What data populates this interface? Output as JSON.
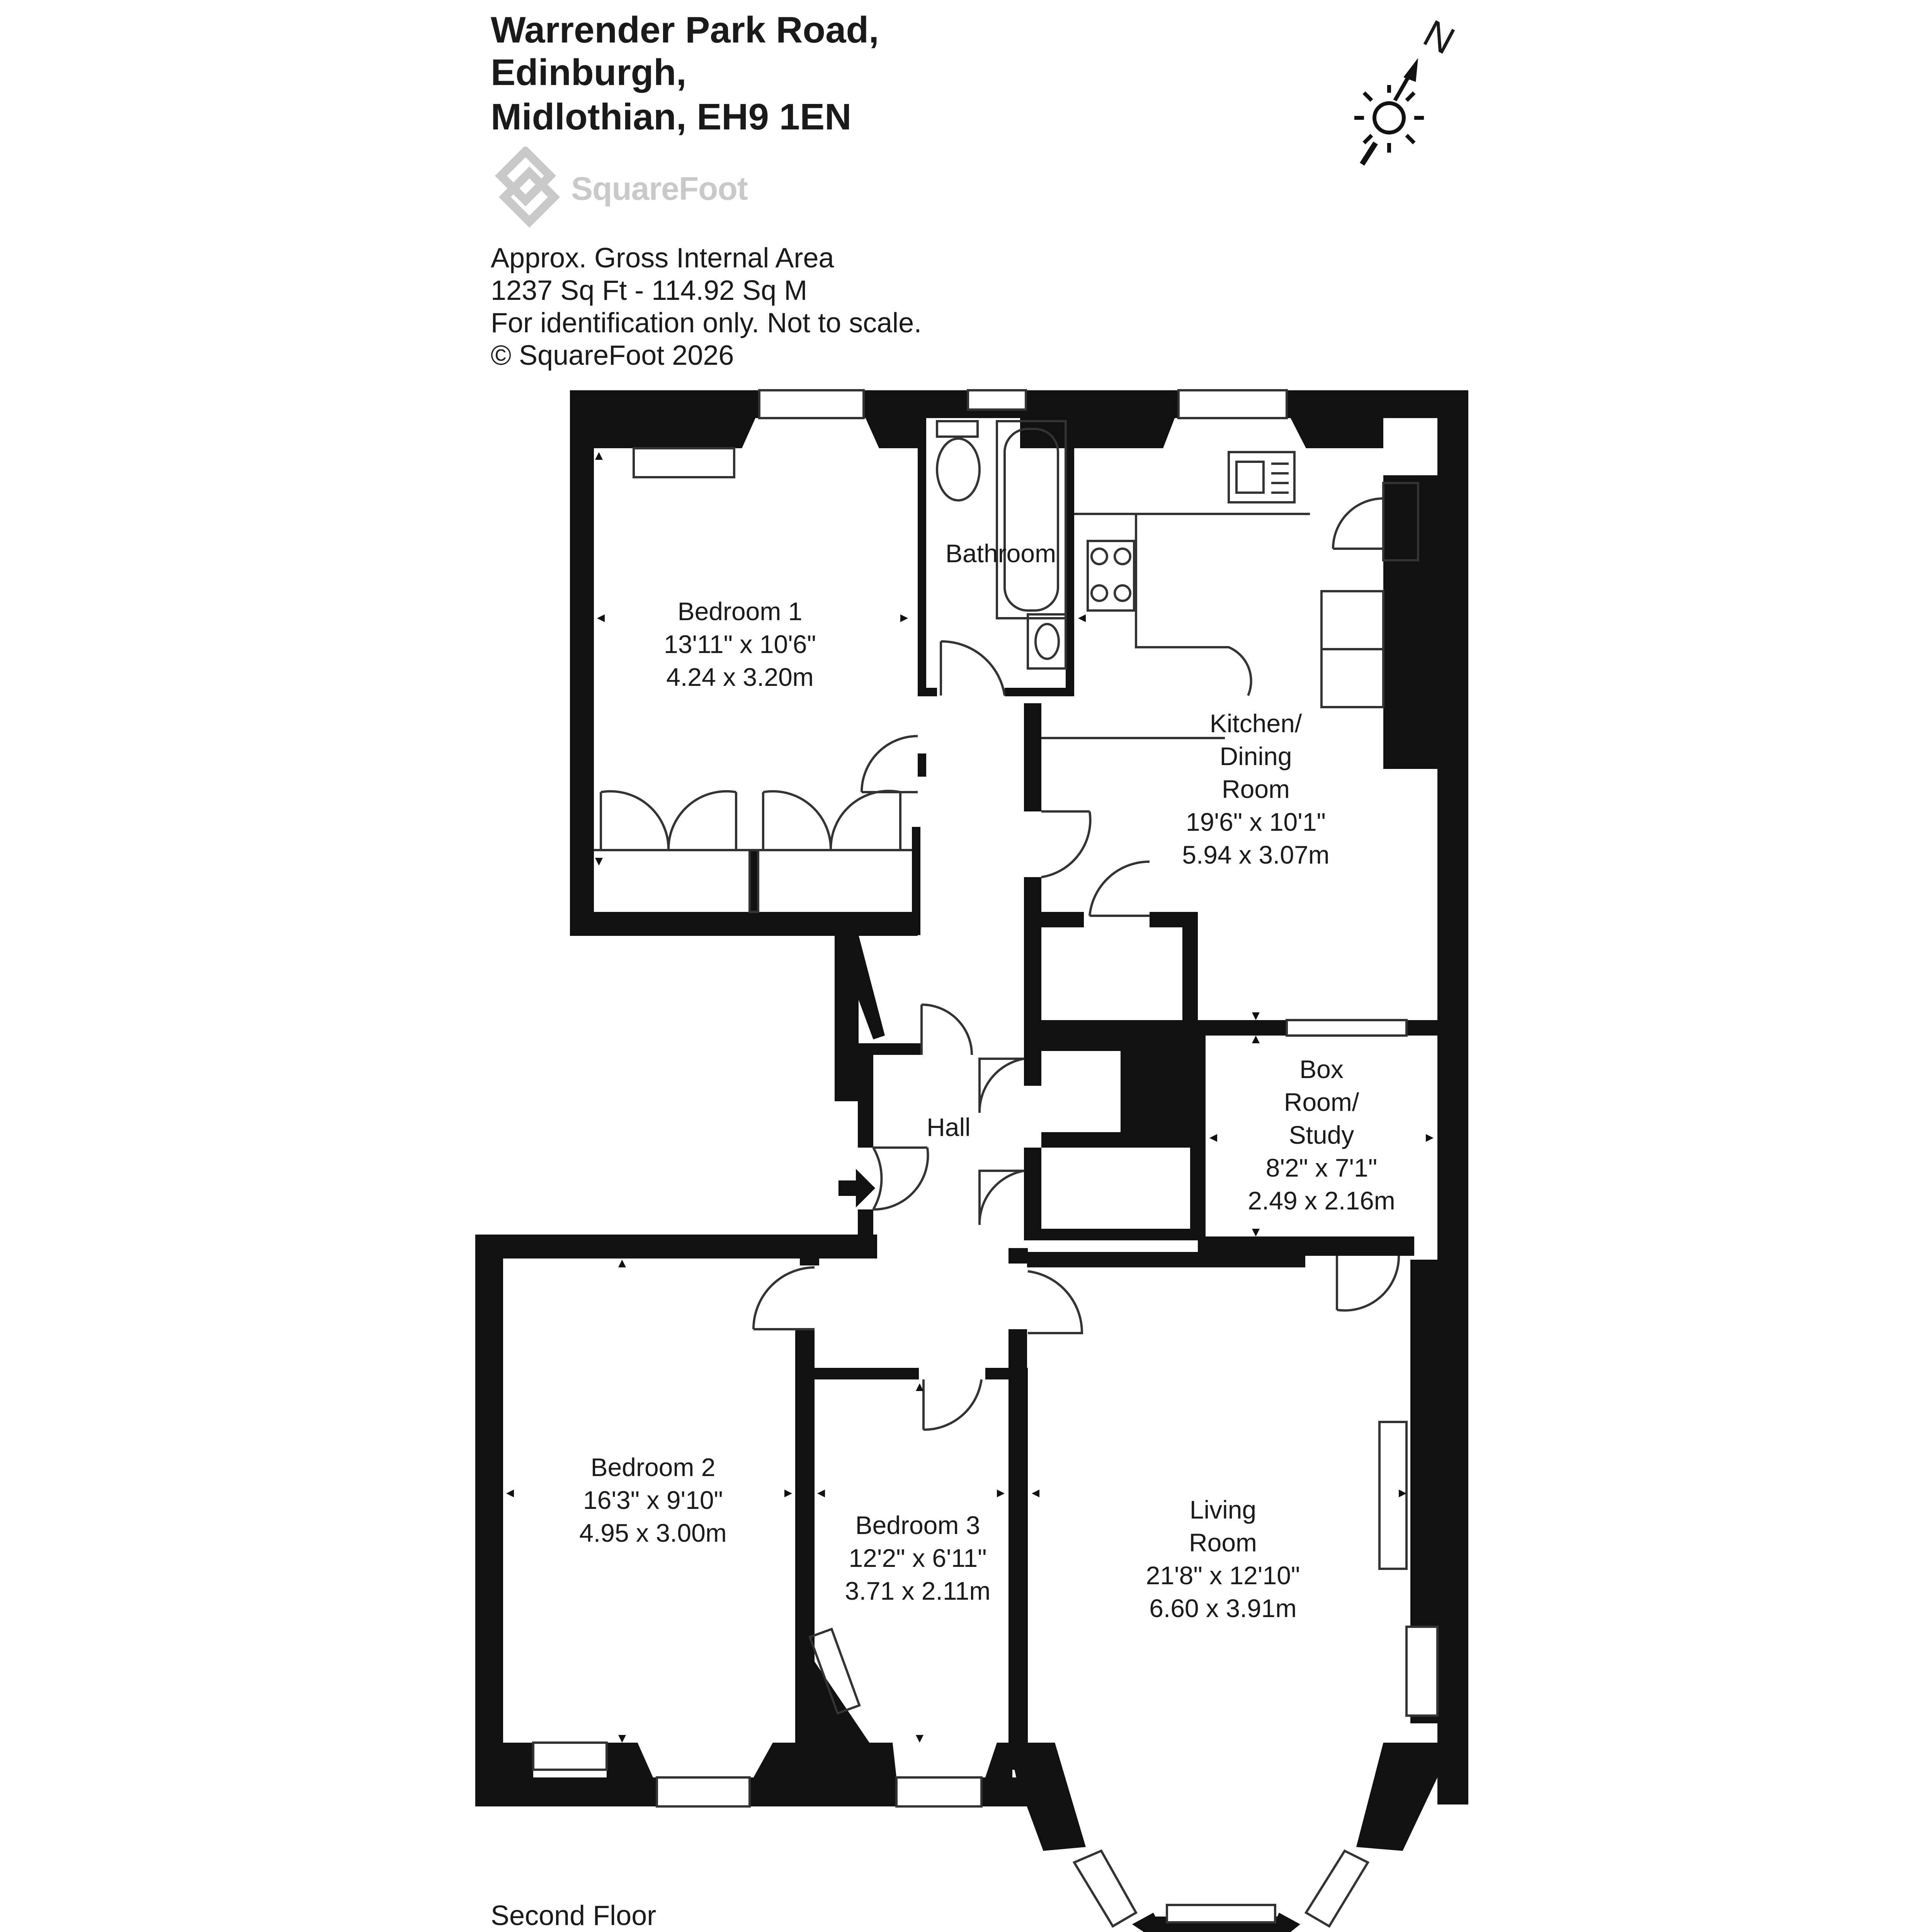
{
  "address": {
    "line1": "Warrender Park Road,",
    "line2": "Edinburgh,",
    "line3": "Midlothian, EH9 1EN"
  },
  "brand": {
    "name": "SquareFoot",
    "color": "#c9c9c9"
  },
  "info": {
    "line1": "Approx. Gross Internal Area",
    "line2": "1237 Sq Ft  -  114.92 Sq M",
    "line3": "For identification only. Not to scale.",
    "line4": "© SquareFoot 2026"
  },
  "compass": {
    "north_label": "N"
  },
  "floor_label": "Second Floor",
  "rooms": {
    "bedroom1": {
      "name": "Bedroom 1",
      "imperial": "13'11\" x 10'6\"",
      "metric": "4.24 x 3.20m"
    },
    "bathroom": {
      "name": "Bathroom"
    },
    "kitchen": {
      "name1": "Kitchen/",
      "name2": "Dining",
      "name3": "Room",
      "imperial": "19'6\" x 10'1\"",
      "metric": "5.94 x 3.07m"
    },
    "hall": {
      "name": "Hall"
    },
    "box_room": {
      "name1": "Box",
      "name2": "Room/",
      "name3": "Study",
      "imperial": "8'2\" x 7'1\"",
      "metric": "2.49 x 2.16m"
    },
    "bedroom2": {
      "name": "Bedroom 2",
      "imperial": "16'3\" x 9'10\"",
      "metric": "4.95 x 3.00m"
    },
    "bedroom3": {
      "name": "Bedroom 3",
      "imperial": "12'2\" x 6'11\"",
      "metric": "3.71 x 2.11m"
    },
    "living": {
      "name1": "Living",
      "name2": "Room",
      "imperial": "21'8\" x 12'10\"",
      "metric": "6.60 x 3.91m"
    }
  },
  "colors": {
    "wall": "#111111",
    "line": "#333333",
    "background": "#ffffff"
  }
}
